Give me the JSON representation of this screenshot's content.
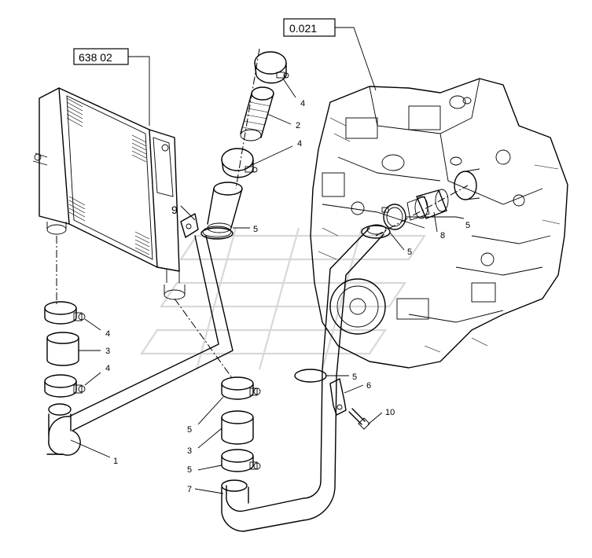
{
  "references": {
    "engine": "0.021",
    "intercooler": "638 02"
  },
  "callouts": {
    "top_clamp": "4",
    "top_sleeve": "2",
    "mid_clamp": "4",
    "bracket": "9",
    "pipe_clamp_upper": "5",
    "engine_clamp": "5",
    "engine_sleeve": "8",
    "engine_pipe_clamp": "5",
    "left_clamp_top": "4",
    "left_sleeve": "3",
    "left_clamp_bottom": "4",
    "left_pipe": "1",
    "right_pipe_clamp": "5",
    "support_bracket": "6",
    "bolt": "10",
    "mid_clamp_top": "5",
    "mid_sleeve": "3",
    "mid_clamp_bottom": "5",
    "right_pipe": "7"
  }
}
